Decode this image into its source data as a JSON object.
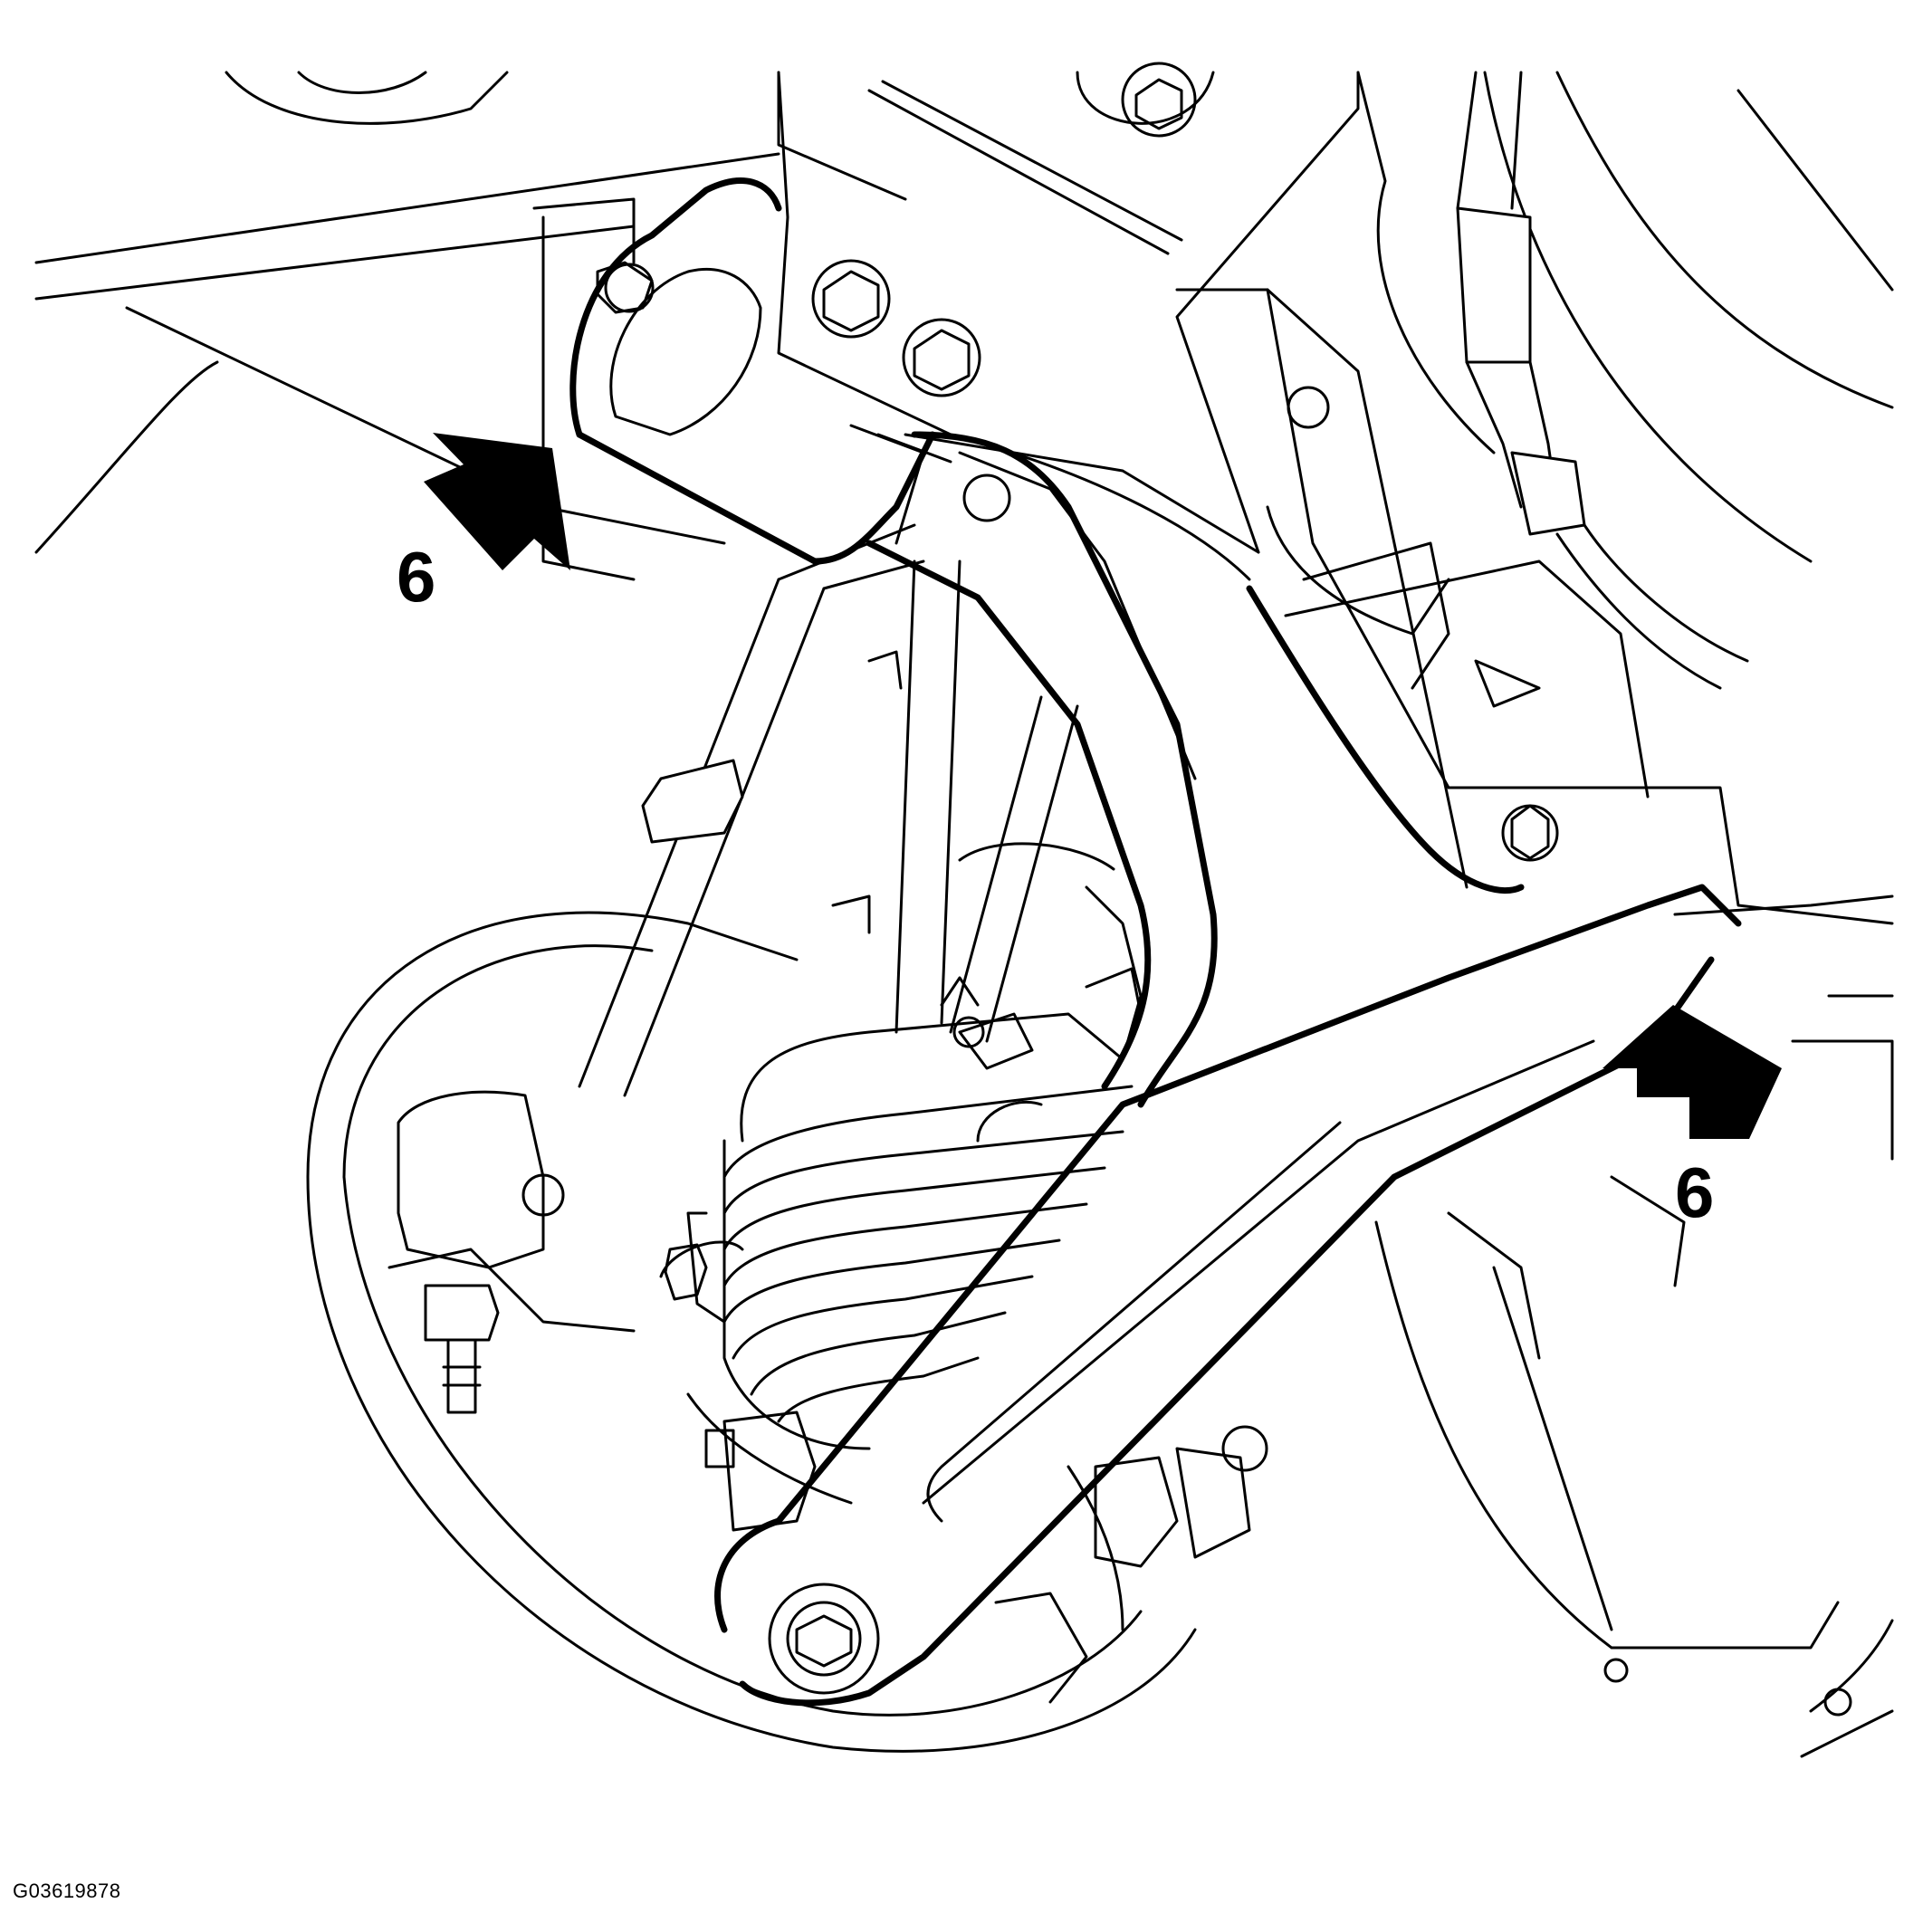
{
  "figure": {
    "figure_code": "G03619878",
    "callouts": [
      {
        "id": "left",
        "label": "6"
      },
      {
        "id": "right",
        "label": "6"
      }
    ],
    "colors": {
      "ink": "#000000",
      "background": "#ffffff"
    },
    "icons": {
      "callout_arrow": "arrow-icon"
    }
  }
}
